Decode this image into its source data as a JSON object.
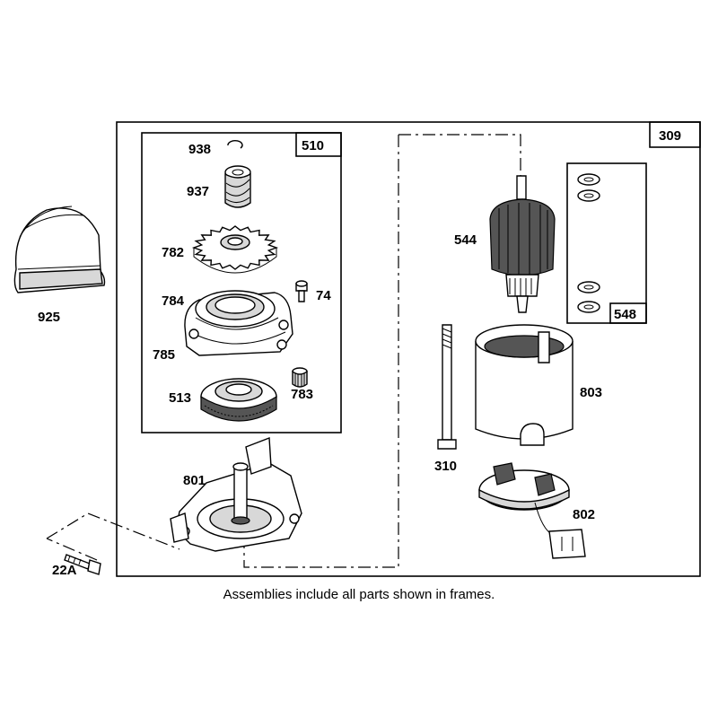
{
  "frames": {
    "main": "309",
    "gear_kit": "510",
    "washer_kit": "548"
  },
  "labels": {
    "p938": "938",
    "p937": "937",
    "p782": "782",
    "p784": "784",
    "p74": "74",
    "p785": "785",
    "p513": "513",
    "p783": "783",
    "p925": "925",
    "p801": "801",
    "p22a": "22A",
    "p544": "544",
    "p803": "803",
    "p310": "310",
    "p802": "802"
  },
  "caption": "Assemblies include all parts shown in frames."
}
